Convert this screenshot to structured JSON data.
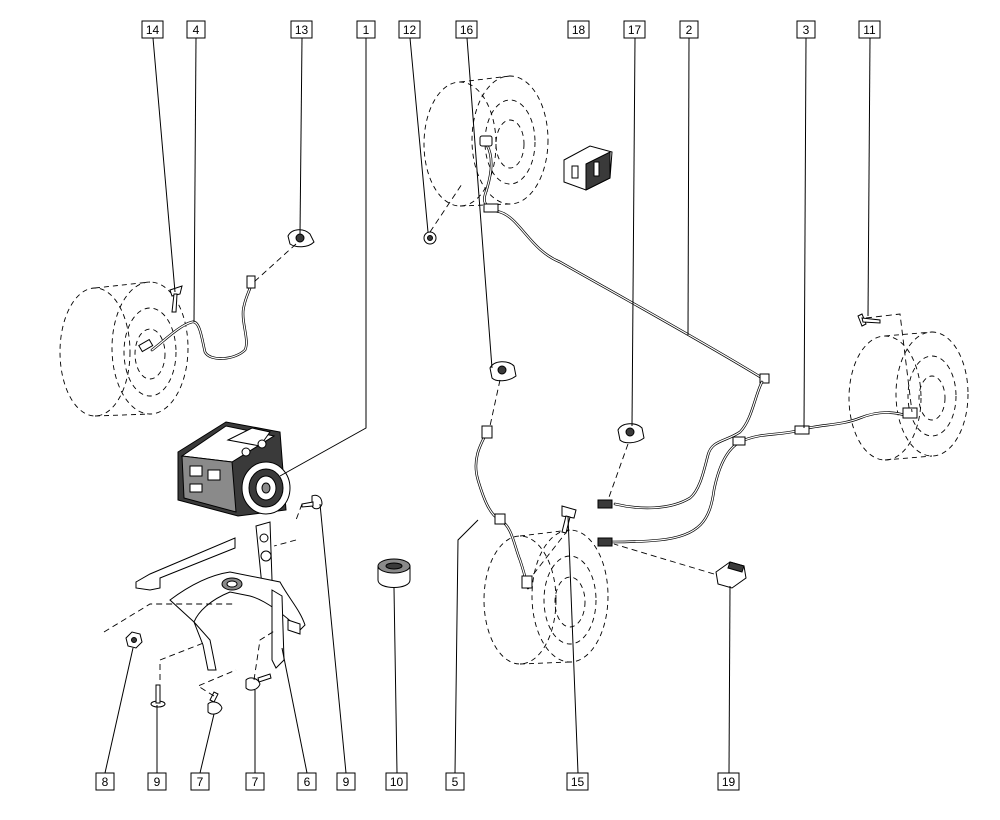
{
  "diagram": {
    "callouts": [
      {
        "id": "c14",
        "label": "14"
      },
      {
        "id": "c4",
        "label": "4"
      },
      {
        "id": "c13",
        "label": "13"
      },
      {
        "id": "c1",
        "label": "1"
      },
      {
        "id": "c12",
        "label": "12"
      },
      {
        "id": "c16",
        "label": "16"
      },
      {
        "id": "c18",
        "label": "18"
      },
      {
        "id": "c17",
        "label": "17"
      },
      {
        "id": "c2",
        "label": "2"
      },
      {
        "id": "c3",
        "label": "3"
      },
      {
        "id": "c11",
        "label": "11"
      },
      {
        "id": "c8",
        "label": "8"
      },
      {
        "id": "c9a",
        "label": "9"
      },
      {
        "id": "c7a",
        "label": "7"
      },
      {
        "id": "c7b",
        "label": "7"
      },
      {
        "id": "c6",
        "label": "6"
      },
      {
        "id": "c9b",
        "label": "9"
      },
      {
        "id": "c10",
        "label": "10"
      },
      {
        "id": "c5",
        "label": "5"
      },
      {
        "id": "c15",
        "label": "15"
      },
      {
        "id": "c19",
        "label": "19"
      }
    ]
  }
}
